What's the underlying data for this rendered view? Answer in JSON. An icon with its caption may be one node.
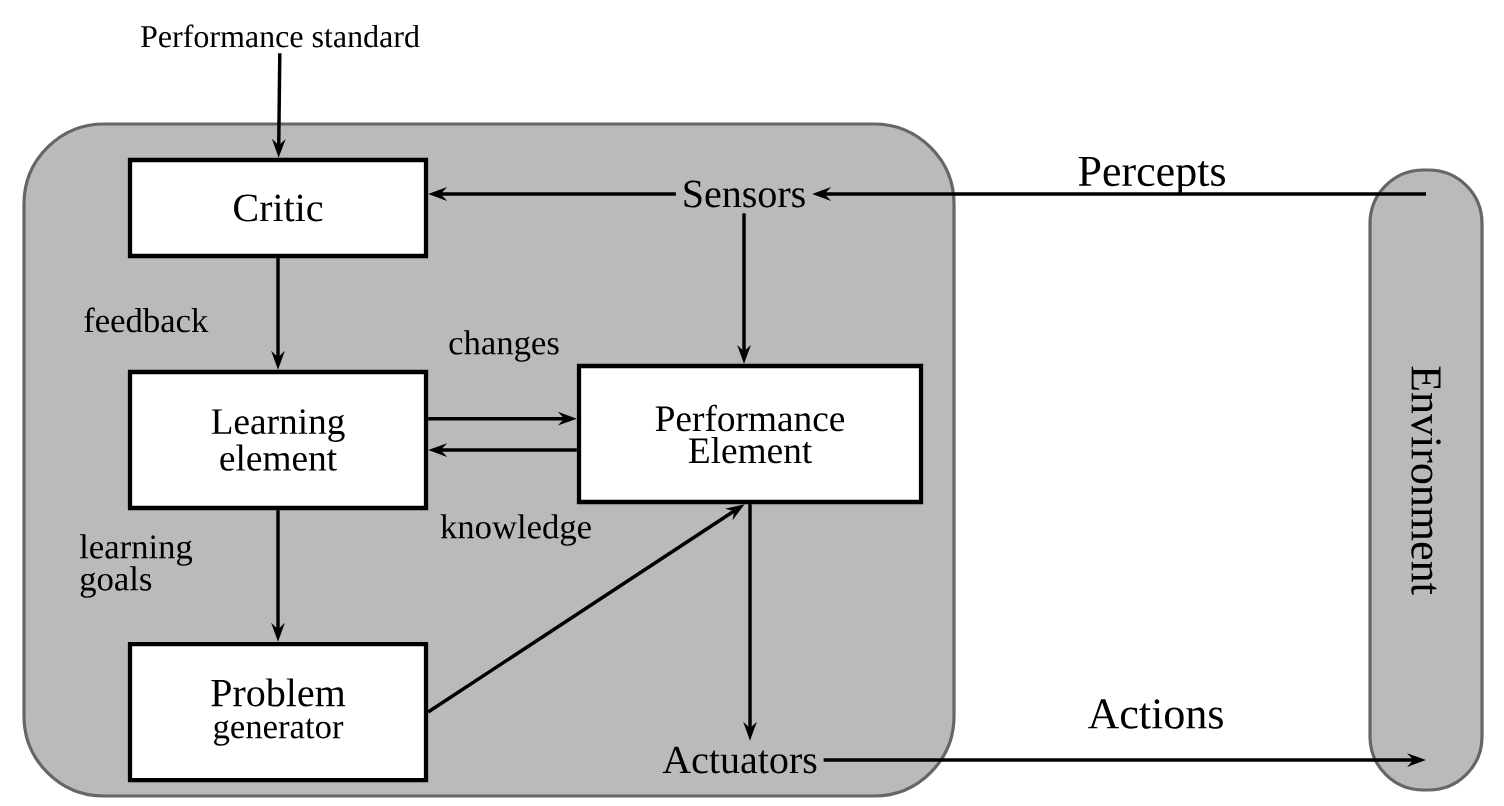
{
  "diagram": {
    "nodes": [
      {
        "text": [],
        "shape": "box"
      },
      {
        "text": [
          "Performance standard"
        ]
      },
      {
        "text": [
          "Critic"
        ],
        "in": 0
      },
      {
        "text": [
          "Sensors"
        ],
        "in": 0
      },
      {
        "text": [
          "Learning element"
        ],
        "in": 0
      },
      {
        "text": [
          "Performance Element"
        ],
        "in": 0
      },
      {
        "text": [
          "Problem",
          "generator"
        ],
        "in": 0
      },
      {
        "text": [
          "Actuators"
        ],
        "in": 0
      },
      {
        "text": [
          "Environment"
        ]
      }
    ],
    "edges": [
      {
        "from": 1,
        "to": 2,
        "arrow": "to"
      },
      {
        "from": 3,
        "to": 2,
        "arrow": "to"
      },
      {
        "from": 3,
        "to": 5,
        "arrow": "to"
      },
      {
        "from": 2,
        "to": 4,
        "arrow": "to",
        "label": "feedback"
      },
      {
        "from": 4,
        "to": 5,
        "arrow": "to",
        "label": "changes"
      },
      {
        "from": 5,
        "to": 4,
        "arrow": "to",
        "label": "knowledge"
      },
      {
        "from": 4,
        "to": 6,
        "arrow": "to",
        "label": "learning goals"
      },
      {
        "from": 6,
        "to": 5,
        "arrow": "to"
      },
      {
        "from": 5,
        "to": 7,
        "arrow": "to"
      },
      {
        "from": 8,
        "to": 3,
        "arrow": "to",
        "label": "Percepts"
      },
      {
        "from": 7,
        "to": 8,
        "arrow": "to",
        "label": "Actions"
      }
    ]
  }
}
